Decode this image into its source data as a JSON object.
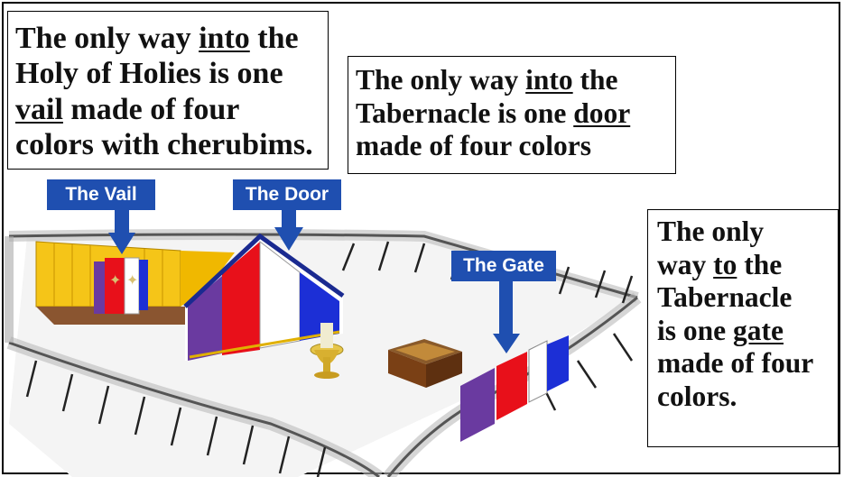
{
  "boxes": {
    "vail": {
      "line1_a": "The only way ",
      "line1_u": "into",
      "line1_b": " the",
      "line2": "Holy of Holies is one",
      "line3_u": "vail",
      "line3_b": " made of four",
      "line4": "colors with cherubims."
    },
    "door": {
      "line1_a": "The only way ",
      "line1_u": "into",
      "line1_b": " the",
      "line2_a": "Tabernacle is one ",
      "line2_u": "door",
      "line3": "made of four colors"
    },
    "gate": {
      "line1": "The only",
      "line2_a": "way ",
      "line2_u": "to",
      "line2_b": " the",
      "line3": "Tabernacle",
      "line4_a": "is one ",
      "line4_u": "gate",
      "line5": "made of four",
      "line6": "colors."
    }
  },
  "labels": {
    "vail": "The Vail",
    "door": "The Door",
    "gate": "The Gate"
  },
  "colors": {
    "label_bg": "#1f4fb0",
    "gold": "#f5c518",
    "purple": "#6a3aa0",
    "red": "#e8101a",
    "blue": "#1c2fd6",
    "white": "#ffffff"
  }
}
